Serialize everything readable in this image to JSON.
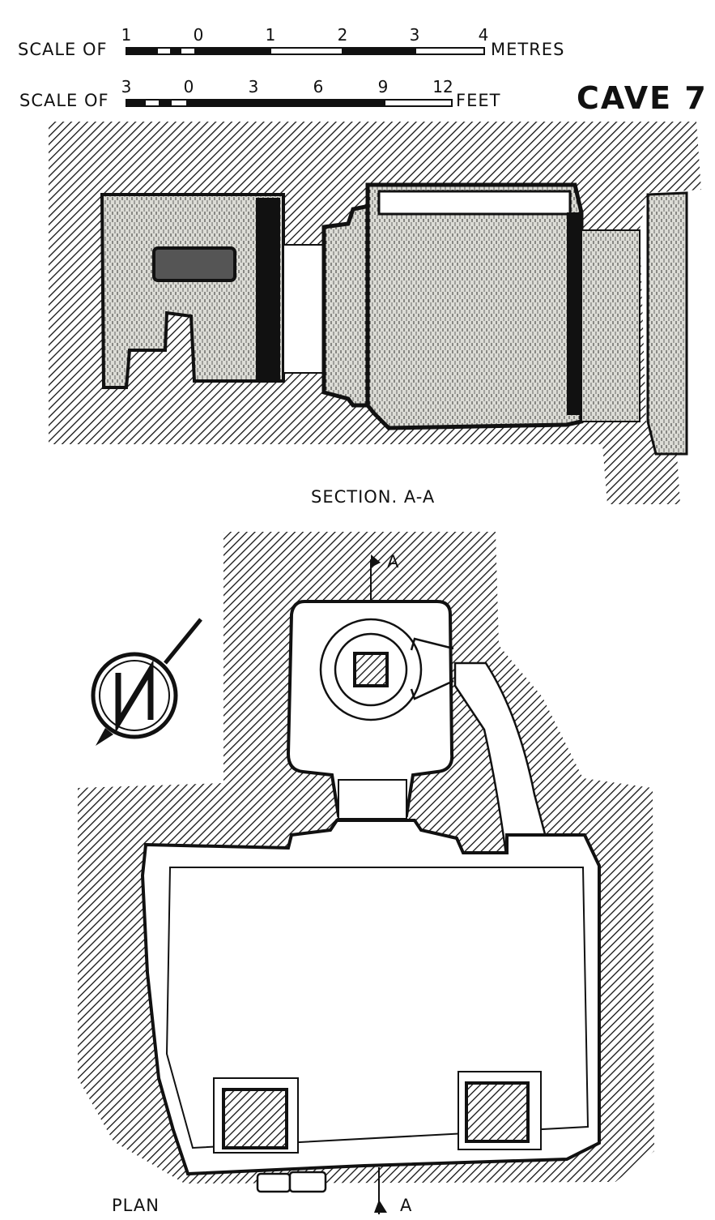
{
  "scale_metres": {
    "prefix": "SCALE OF",
    "ticks": [
      "1",
      "0",
      "1",
      "2",
      "3",
      "4"
    ],
    "unit": "METRES"
  },
  "scale_feet": {
    "prefix": "SCALE OF",
    "ticks": [
      "3",
      "0",
      "3",
      "6",
      "9",
      "12"
    ],
    "unit": "FEET"
  },
  "title": "CAVE 7",
  "section_label": "SECTION. A-A",
  "plan_label": "PLAN",
  "section_marker": "A",
  "colors": {
    "ink": "#111111",
    "paper": "#ffffff",
    "tone": "#dcdcd6"
  }
}
